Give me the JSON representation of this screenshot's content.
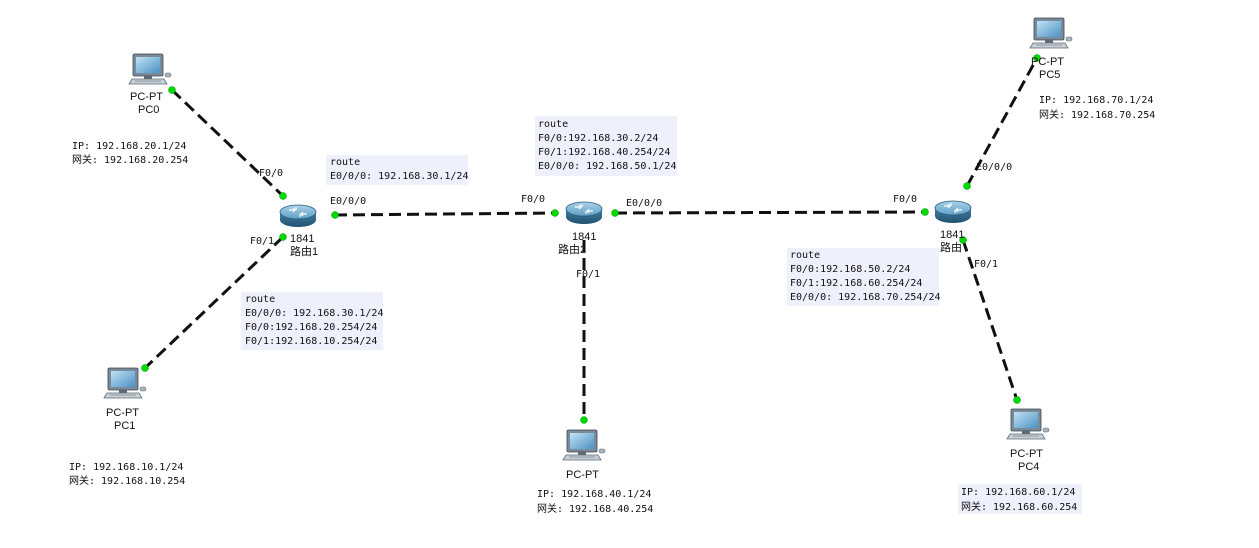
{
  "pcs": [
    {
      "id": "pc0",
      "type": "PC-PT",
      "name": "PC0"
    },
    {
      "id": "pc1",
      "type": "PC-PT",
      "name": "PC1"
    },
    {
      "id": "pc3",
      "type": "PC-PT",
      "name": ""
    },
    {
      "id": "pc4",
      "type": "PC-PT",
      "name": "PC4"
    },
    {
      "id": "pc5",
      "type": "PC-PT",
      "name": "PC5"
    }
  ],
  "routers": [
    {
      "id": "r1",
      "model": "1841",
      "name": "路由1"
    },
    {
      "id": "r2",
      "model": "1841",
      "name": "路由2"
    },
    {
      "id": "r3",
      "model": "1841",
      "name": "路由"
    }
  ],
  "ports": {
    "r1_f00": "F0/0",
    "r1_e000": "E0/0/0",
    "r1_f01": "F0/1",
    "r2_f00": "F0/0",
    "r2_e000": "E0/0/0",
    "r2_f01": "F0/1",
    "r3_f00": "F0/0",
    "r3_e000": "E0/0/0",
    "r3_f01": "F0/1"
  },
  "notes": {
    "pc0": [
      "IP: 192.168.20.1/24",
      "网关: 192.168.20.254"
    ],
    "pc1": [
      "IP: 192.168.10.1/24",
      "网关: 192.168.10.254"
    ],
    "pc3": [
      "IP: 192.168.40.1/24",
      "网关: 192.168.40.254"
    ],
    "pc4": [
      "IP: 192.168.60.1/24",
      "网关: 192.168.60.254"
    ],
    "pc5": [
      "IP: 192.168.70.1/24",
      "网关: 192.168.70.254"
    ],
    "r1_top": [
      "route",
      "E0/0/0: 192.168.30.1/24"
    ],
    "r1_bottom": [
      "route",
      "E0/0/0: 192.168.30.1/24",
      "F0/0:192.168.20.254/24",
      "F0/1:192.168.10.254/24"
    ],
    "r2": [
      "route",
      "F0/0:192.168.30.2/24",
      "F0/1:192.168.40.254/24",
      "E0/0/0: 192.168.50.1/24"
    ],
    "r3": [
      "route",
      "F0/0:192.168.50.2/24",
      "F0/1:192.168.60.254/24",
      "E0/0/0: 192.168.70.254/24"
    ]
  },
  "colors": {
    "link": "#111111",
    "port_dot": "#00d800",
    "note_bg": "#eef0fb",
    "router_body": "#4f8fb3",
    "monitor": "#3a6ea5"
  }
}
